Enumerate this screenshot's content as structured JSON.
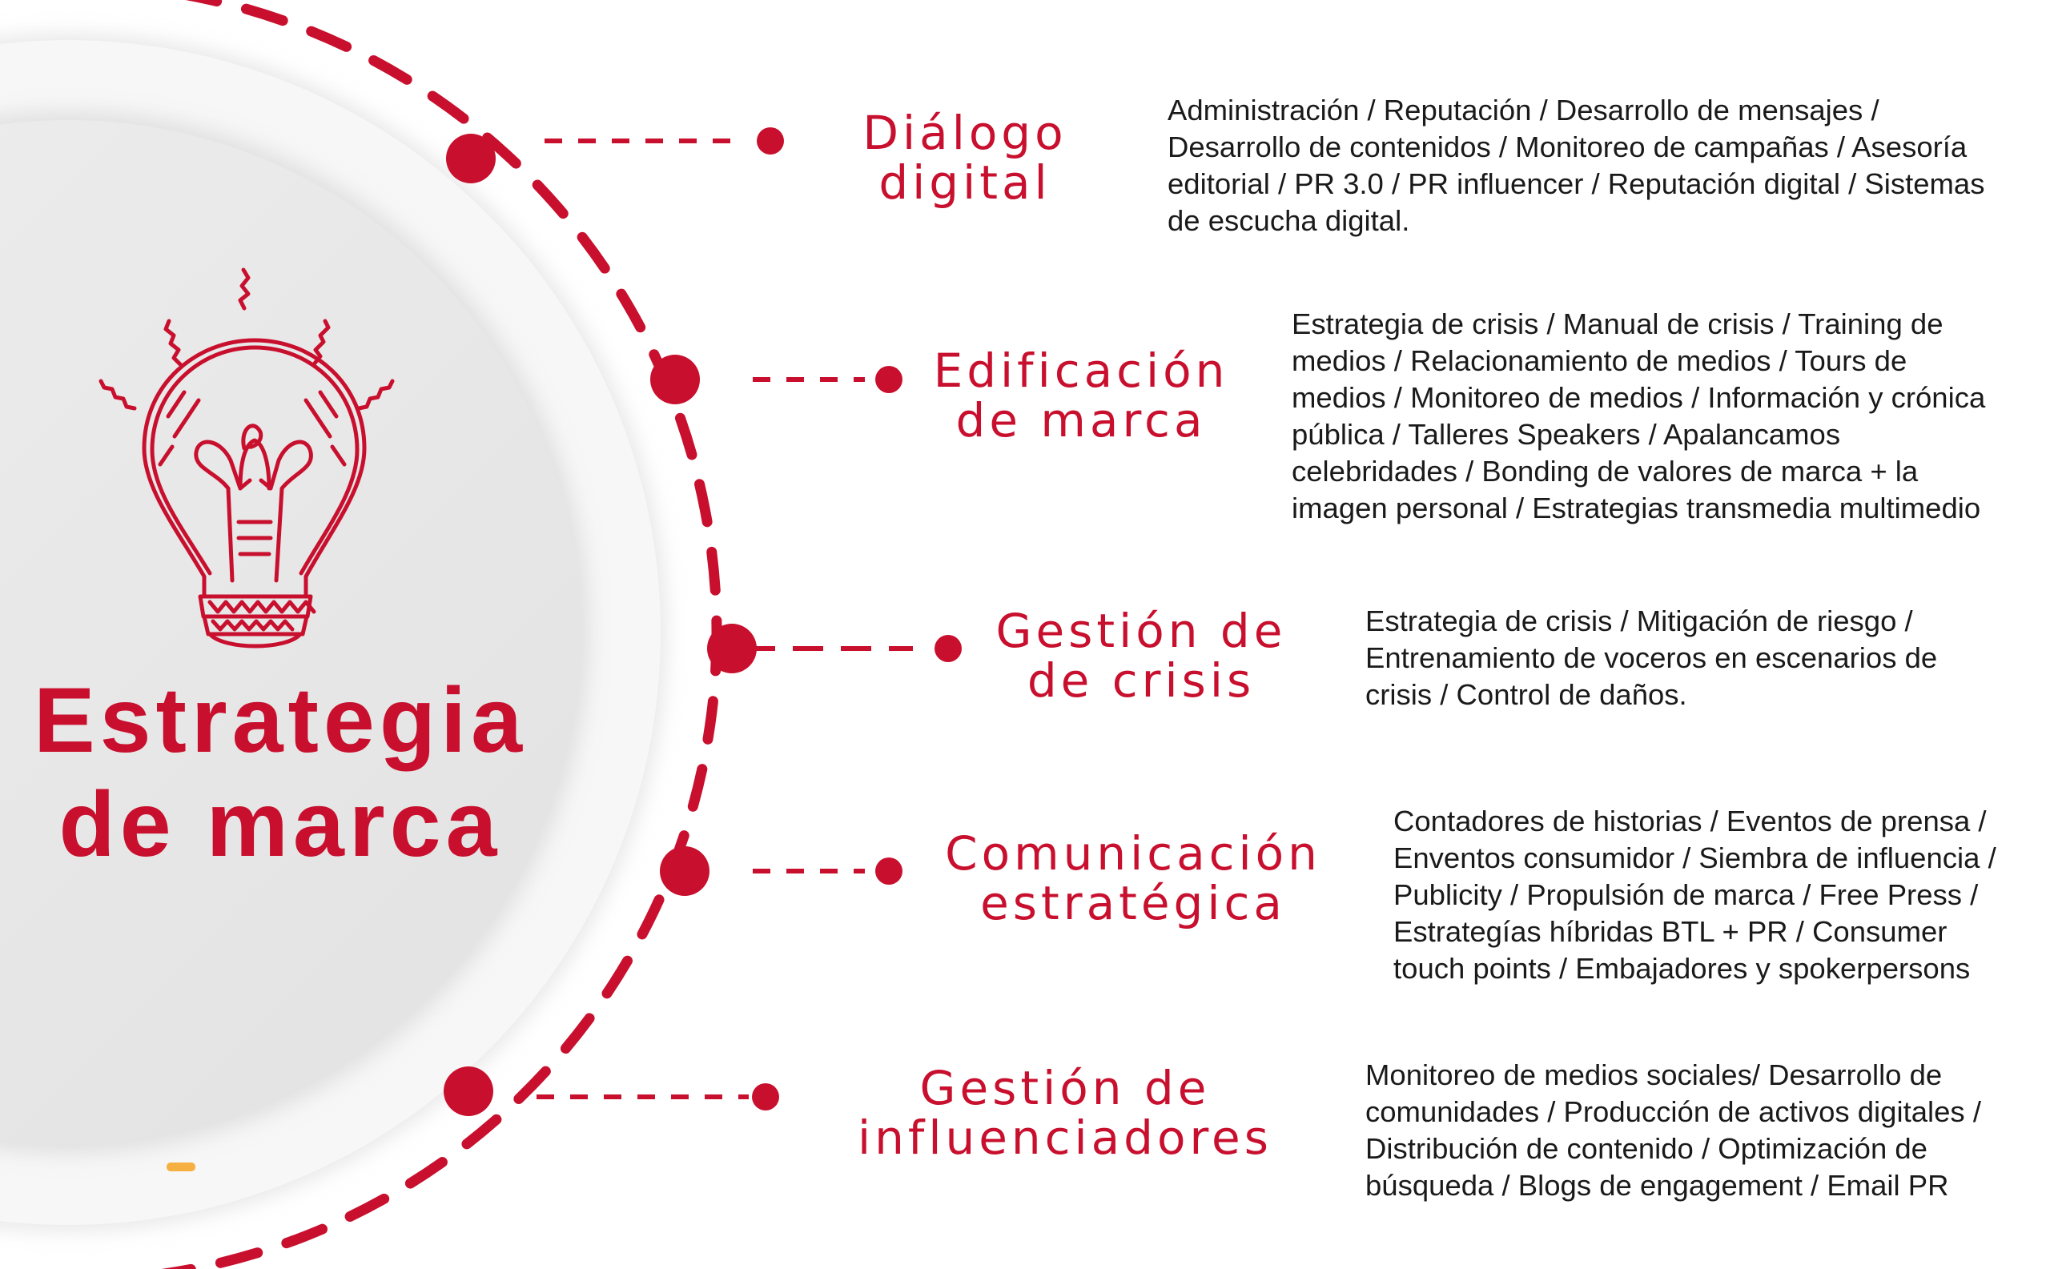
{
  "center": {
    "title_line1": "Estrategia",
    "title_line2": "de marca",
    "icon": "lightbulb-icon"
  },
  "colors": {
    "accent": "#c8102e",
    "text": "#1a1a1a",
    "circle_light": "#f2f2f2",
    "circle_mid": "#e6e6e6",
    "highlight": "#f5b041"
  },
  "branches": [
    {
      "title": [
        "Diálogo",
        "digital"
      ],
      "description": [
        "Administración / Reputación / Desarrollo de mensajes /",
        "Desarrollo de contenidos / Monitoreo de campañas / Asesoría",
        "editorial / PR 3.0 / PR influencer / Reputación digital / Sistemas",
        "de escucha digital."
      ]
    },
    {
      "title": [
        "Edificación",
        "de marca"
      ],
      "description": [
        "Estrategia de crisis / Manual de crisis / Training de",
        "medios / Relacionamiento de medios / Tours de",
        "medios / Monitoreo de medios / Información y crónica",
        "pública / Talleres Speakers / Apalancamos",
        "celebridades / Bonding de valores de marca + la",
        "imagen personal / Estrategias transmedia multimedio"
      ]
    },
    {
      "title": [
        "Gestión de",
        "de crisis"
      ],
      "description": [
        "Estrategia de crisis / Mitigación de riesgo /",
        "Entrenamiento de voceros en escenarios de",
        "crisis / Control de daños."
      ]
    },
    {
      "title": [
        "Comunicación",
        "estratégica"
      ],
      "description": [
        "Contadores de historias / Eventos de prensa /",
        "Enventos consumidor / Siembra de influencia /",
        "Publicity / Propulsión de marca / Free Press /",
        "Estrategías híbridas BTL + PR / Consumer",
        "touch points / Embajadores y spokerpersons"
      ]
    },
    {
      "title": [
        "Gestión de",
        "influenciadores"
      ],
      "description": [
        "Monitoreo de medios sociales/ Desarrollo de",
        "comunidades / Producción de activos digitales /",
        "Distribución de contenido / Optimización de",
        "búsqueda / Blogs de engagement / Email PR"
      ]
    }
  ]
}
